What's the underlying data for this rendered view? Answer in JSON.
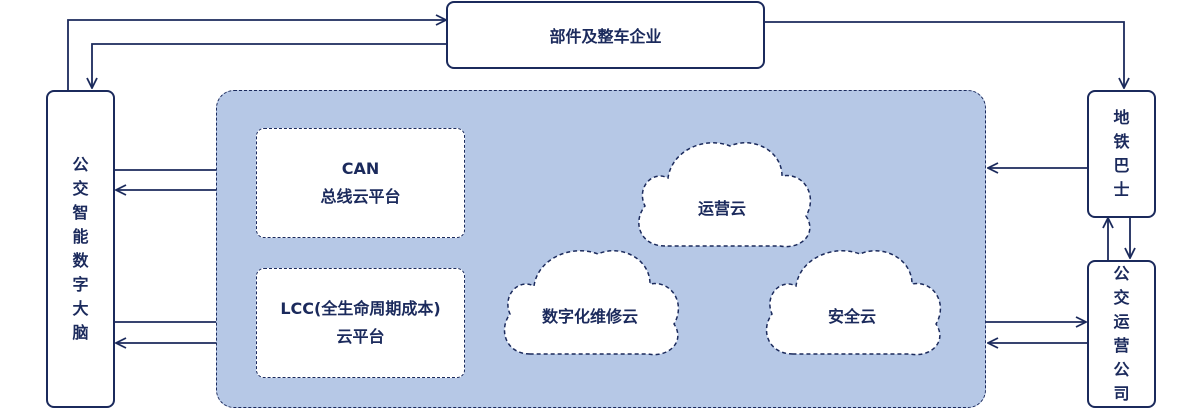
{
  "top_box": {
    "label": "部件及整车企业"
  },
  "left_box": {
    "chars": [
      "公",
      "交",
      "智",
      "能",
      "数",
      "字",
      "大",
      "脑"
    ]
  },
  "metro_box": {
    "chars": [
      "地",
      "铁",
      "巴",
      "士"
    ]
  },
  "operator_box": {
    "chars": [
      "公",
      "交",
      "运",
      "营",
      "公",
      "司"
    ]
  },
  "can_platform": {
    "line1": "CAN",
    "line2": "总线云平台"
  },
  "lcc_platform": {
    "line1": "LCC(全生命周期成本)",
    "line2": "云平台"
  },
  "clouds": {
    "operations": "运营云",
    "maintenance": "数字化维修云",
    "safety": "安全云"
  },
  "colors": {
    "line": "#1b2a5c",
    "region_fill": "#b6c8e6",
    "box_fill": "#ffffff"
  }
}
